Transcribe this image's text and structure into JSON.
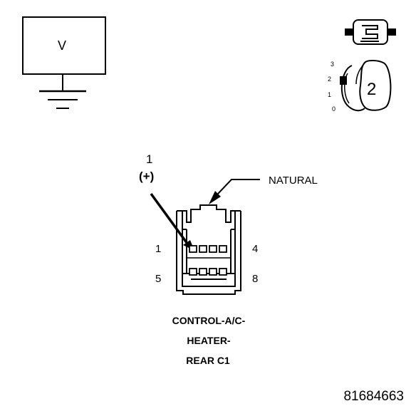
{
  "meter": {
    "symbol": "V"
  },
  "probe_selector": {
    "scale_marks": [
      "3",
      "2",
      "1",
      "0"
    ],
    "selected": "2"
  },
  "pin_callout": {
    "pin": "1",
    "polarity": "(+)"
  },
  "connector": {
    "color_label": "NATURAL",
    "pin_left_top": "1",
    "pin_right_top": "4",
    "pin_left_bottom": "5",
    "pin_right_bottom": "8",
    "name_lines": [
      "CONTROL-A/C-",
      "HEATER-",
      "REAR C1"
    ]
  },
  "figure_number": "81684663"
}
